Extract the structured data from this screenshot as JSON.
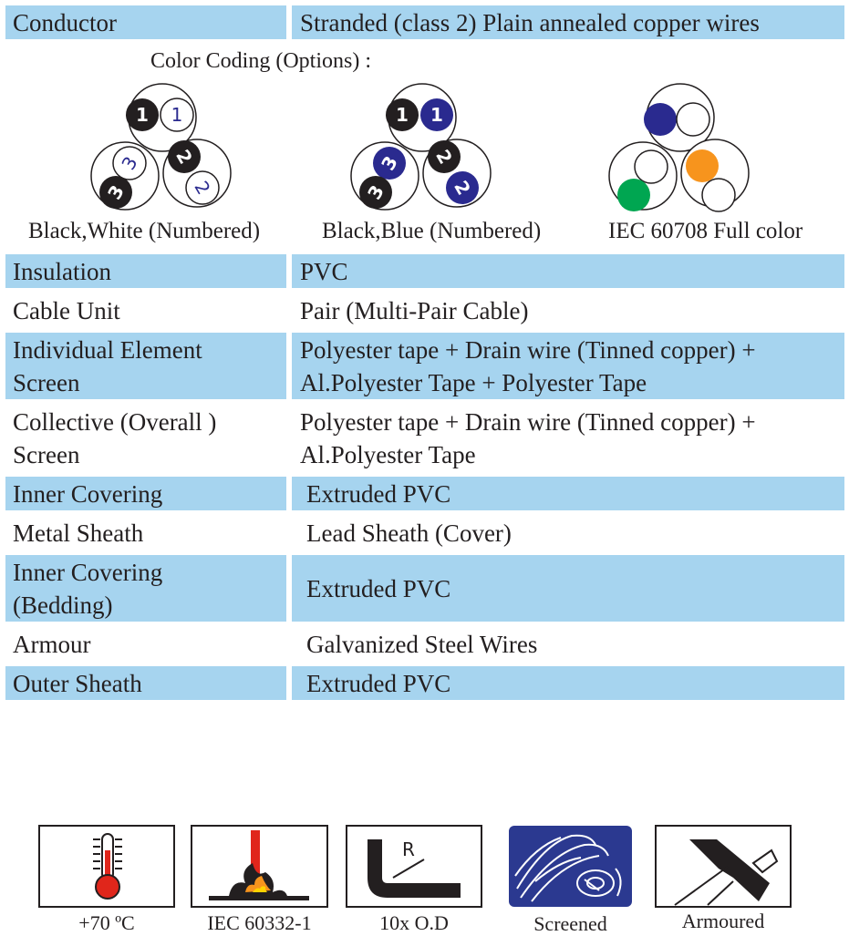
{
  "rows_top": [
    {
      "label": [
        "Conductor"
      ],
      "value": [
        "Stranded (class 2) Plain annealed copper wires"
      ]
    }
  ],
  "color_coding": {
    "title": "Color Coding (Options) :",
    "options": [
      {
        "caption": "Black,White (Numbered)",
        "numbers": [
          "1",
          "1",
          "3",
          "2",
          "3",
          "2"
        ]
      },
      {
        "caption": "Black,Blue (Numbered)",
        "numbers": [
          "1",
          "1",
          "3",
          "2",
          "3",
          "2"
        ]
      },
      {
        "caption": "IEC 60708 Full color"
      }
    ],
    "colors": {
      "black": "#231f20",
      "white": "#ffffff",
      "blue": "#2a2a8f",
      "orange": "#f7941d",
      "green": "#00a651"
    }
  },
  "rows": [
    {
      "label": [
        "Insulation"
      ],
      "value": [
        "PVC"
      ]
    },
    {
      "label": [
        "Cable Unit"
      ],
      "value": [
        "Pair (Multi-Pair Cable)"
      ]
    },
    {
      "label": [
        "Individual Element",
        "Screen"
      ],
      "value": [
        "Polyester tape + Drain wire (Tinned copper) +",
        "Al.Polyester Tape + Polyester Tape"
      ]
    },
    {
      "label": [
        "Collective (Overall )",
        "Screen"
      ],
      "value": [
        "Polyester tape + Drain wire (Tinned copper) +",
        "Al.Polyester Tape"
      ]
    },
    {
      "label": [
        "Inner Covering"
      ],
      "value": [
        "Extruded PVC"
      ]
    },
    {
      "label": [
        "Metal Sheath"
      ],
      "value": [
        "Lead Sheath (Cover)"
      ]
    },
    {
      "label": [
        "Inner Covering",
        "(Bedding)"
      ],
      "value": [
        "Extruded PVC"
      ]
    },
    {
      "label": [
        "Armour"
      ],
      "value": [
        "Galvanized Steel Wires"
      ]
    },
    {
      "label": [
        "Outer Sheath"
      ],
      "value": [
        "Extruded PVC"
      ]
    }
  ],
  "row_shade_color": "#a6d4ef",
  "badges": [
    {
      "icon": "thermometer-icon",
      "caption": "+70 ºC"
    },
    {
      "icon": "flame-icon",
      "caption": "IEC 60332-1"
    },
    {
      "icon": "bend-radius-icon",
      "caption": "10x O.D",
      "icon_letter": "R"
    },
    {
      "icon": "screen-icon",
      "caption": "Screened"
    },
    {
      "icon": "armour-icon",
      "caption": "Armoured"
    }
  ]
}
